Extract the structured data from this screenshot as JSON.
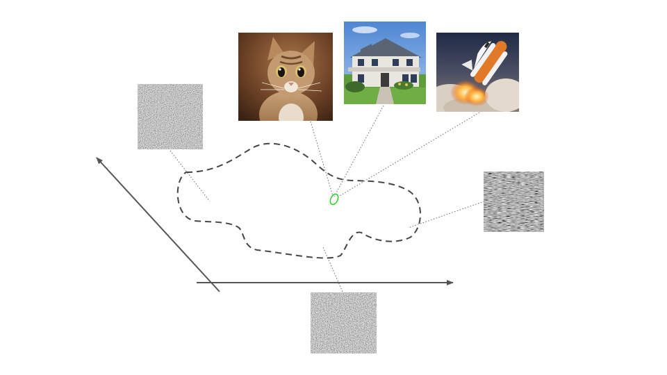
{
  "colors": {
    "background": "#ffffff",
    "axes": "#555555",
    "manifold_outline": "#444444",
    "leader_lines": "#666666",
    "highlight_region": "#22cc22",
    "noise_gray": "#8a8a8a"
  },
  "images": {
    "natural": [
      {
        "subject": "cat",
        "icon": "cat-photo"
      },
      {
        "subject": "house",
        "icon": "house-photo"
      },
      {
        "subject": "space-shuttle-launch",
        "icon": "rocket-photo"
      }
    ],
    "noise": [
      {
        "icon": "noise-image"
      },
      {
        "icon": "noise-image"
      },
      {
        "icon": "noise-image"
      }
    ]
  }
}
